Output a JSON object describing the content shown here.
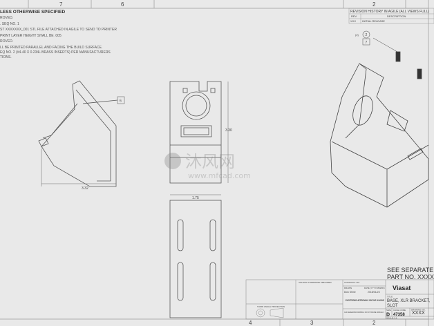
{
  "zones_top": [
    "7",
    "6",
    "2"
  ],
  "zones_bottom": [
    "4",
    "3",
    "2"
  ],
  "notes": {
    "heading": "LESS OTHERWISE SPECIFIED",
    "lines": [
      "ROVED.",
      ". SEQ NO. 1",
      "ST XXXXXXX_001 STL FILE ATTACHED IN AGILE TO SEND TO PRINTER",
      " PRINT LAYER HEIGHT SHALL BE .005",
      "ROVED.",
      "LL BE PRINTED PARALLEL AND FACING THE BUILD SURFACE.",
      "EQ NO. 2 (#4-40 X 0.234L BRASS INSERTS) PER MANUFACTURERS",
      "TIONS."
    ]
  },
  "revision_table": {
    "title": "REVISION HISTORY IN AGILE (ALL VIEWS FULL)",
    "headers": [
      "REV",
      "DESCRIPTION"
    ],
    "rows": [
      [
        "XXX",
        "INITIAL RELEASE"
      ]
    ]
  },
  "balloons": {
    "item": "2",
    "qty_prefix": "(2)",
    "qty": "7",
    "callout_left": "6"
  },
  "dimensions": {
    "side_width": "3.32",
    "front_height": "3.30",
    "bottom_width": "1.75"
  },
  "separate_part": {
    "line1": "SEE SEPARATE PAR",
    "line2": "PART NO. XXXXXXX"
  },
  "title_block": {
    "tolerance_header": "UNLESS OTHERWISE SPECIFIED",
    "contract_no": "CONTRACT NO.",
    "drawn_label": "DRAWN",
    "drawn_by": "Dick Shine",
    "date_label": "DATE (YYYY/MM/DD)",
    "date": "2018/01/23",
    "approval": "ELECTRONIC APPROVALS ON FILE IN AGILE",
    "projection": "THIRD ANGLE PROJECTION",
    "company": "Viasat",
    "title_label": "TITLE",
    "title": "BASE, XLR BRACKET, SLOT",
    "size_label": "SIZE",
    "size": "D",
    "cage_label": "CAGE CODE",
    "cage": "47358",
    "drawing_no_label": "DRAWING NO.",
    "drawing_no": "XXXX",
    "scale": "SCALE: 2:1",
    "cad_note": "CAD GENERATED DRAWING. DO NOT REVISE MANUALLY"
  },
  "watermark": {
    "text": "沐风网",
    "url": "www.mfcad.com"
  }
}
